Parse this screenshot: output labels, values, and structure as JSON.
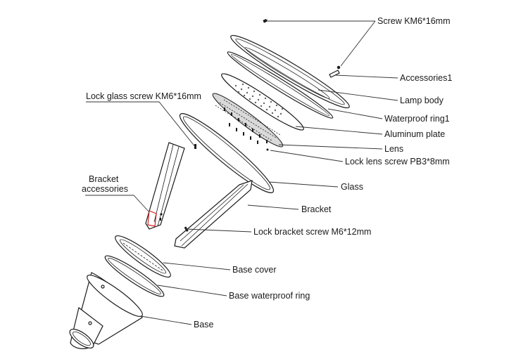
{
  "diagram": {
    "labels": {
      "screw": "Screw KM6*16mm",
      "accessories1": "Accessories1",
      "lamp_body": "Lamp body",
      "waterproof_ring1": "Waterproof ring1",
      "aluminum_plate": "Aluminum plate",
      "lens": "Lens",
      "lock_lens_screw": "Lock lens screw PB3*8mm",
      "glass": "Glass",
      "bracket": "Bracket",
      "lock_bracket_screw": "Lock bracket screw M6*12mm",
      "base_cover": "Base cover",
      "base_waterproof_ring": "Base waterproof ring",
      "base": "Base",
      "lock_glass_screw": "Lock glass screw KM6*16mm",
      "bracket_accessories_line1": "Bracket",
      "bracket_accessories_line2": "accessories"
    },
    "colors": {
      "line": "#1a1a1a",
      "highlight": "#d42020",
      "background": "#ffffff"
    }
  }
}
